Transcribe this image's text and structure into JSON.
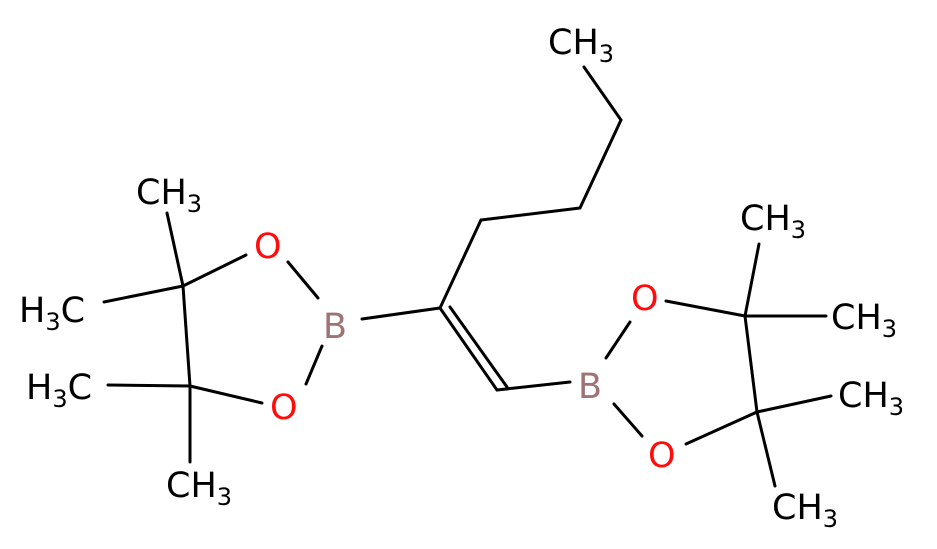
{
  "colors": {
    "bond": "#000000",
    "carbon": "#000000",
    "oxygen": "#ff0d0d",
    "boron": "#9f7373"
  },
  "atoms": {
    "ch3_top": {
      "main": "CH",
      "sub": "3"
    },
    "o_left_upper": "O",
    "o_left_lower": "O",
    "b_left": "B",
    "h3c_left_upper": {
      "main": "H",
      "sub": "3",
      "tail": "C"
    },
    "h3c_left_lower": {
      "main": "H",
      "sub": "3",
      "tail": "C"
    },
    "ch3_left_top": {
      "main": "CH",
      "sub": "3"
    },
    "ch3_left_bottom": {
      "main": "CH",
      "sub": "3"
    },
    "b_right": "B",
    "o_right_upper": "O",
    "o_right_lower": "O",
    "ch3_right_top": {
      "main": "CH",
      "sub": "3"
    },
    "ch3_right_mid1": {
      "main": "CH",
      "sub": "3"
    },
    "ch3_right_mid2": {
      "main": "CH",
      "sub": "3"
    },
    "ch3_right_bottom": {
      "main": "CH",
      "sub": "3"
    }
  }
}
